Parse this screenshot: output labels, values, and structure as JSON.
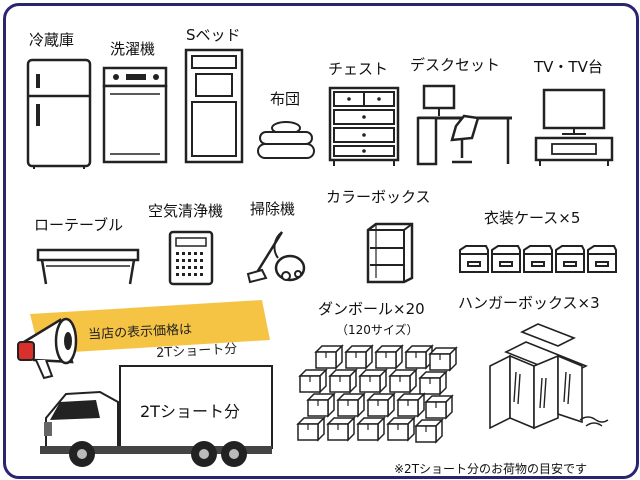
{
  "items": {
    "fridge": "冷蔵庫",
    "washer": "洗濯機",
    "bed": "Sベッド",
    "futon": "布団",
    "chest": "チェスト",
    "desk_set": "デスクセット",
    "tv": "TV・TV台",
    "low_table": "ローテーブル",
    "air_purifier": "空気清浄機",
    "vacuum": "掃除機",
    "color_box": "カラーボックス",
    "clothes_cases": "衣装ケース×5",
    "cardboard": "ダンボール×20",
    "cardboard_size": "（120サイズ）",
    "hanger_boxes": "ハンガーボックス×3"
  },
  "banner": {
    "line1": "当店の表示価格は",
    "line2": "2Tショート分"
  },
  "truck_label": "2Tショート分",
  "footnote": "※2Tショート分のお荷物の目安です",
  "colors": {
    "frame": "#2b2470",
    "banner": "#f6c445",
    "megaphone_red": "#d9302b",
    "line": "#222222"
  }
}
